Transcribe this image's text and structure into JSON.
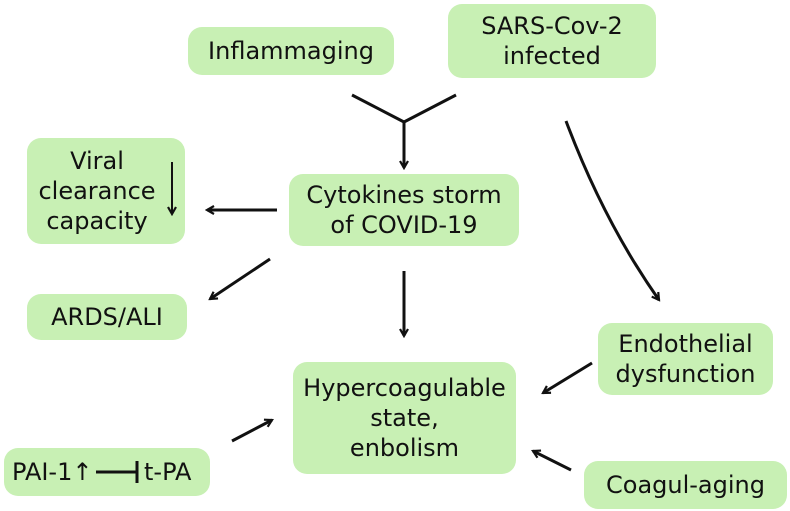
{
  "nodes": {
    "inflammaging": "Inflammaging",
    "sars_line1": "SARS-Cov-2",
    "sars_line2": "infected",
    "viral_line1": "Viral",
    "viral_line2": "clearance",
    "viral_line3": "capacity",
    "cytokines_line1": "Cytokines storm",
    "cytokines_line2": "of COVID-19",
    "ards": "ARDS/ALI",
    "endo_line1": "Endothelial",
    "endo_line2": "dysfunction",
    "hyper_line1": "Hypercoagulable",
    "hyper_line2": "state,",
    "hyper_line3": "enbolism",
    "pai_left": "PAI-1↑",
    "pai_right": "t-PA",
    "coagul": "Coagul-aging"
  },
  "colors": {
    "node_fill": "#c8f0b4",
    "arrow": "#111111"
  }
}
